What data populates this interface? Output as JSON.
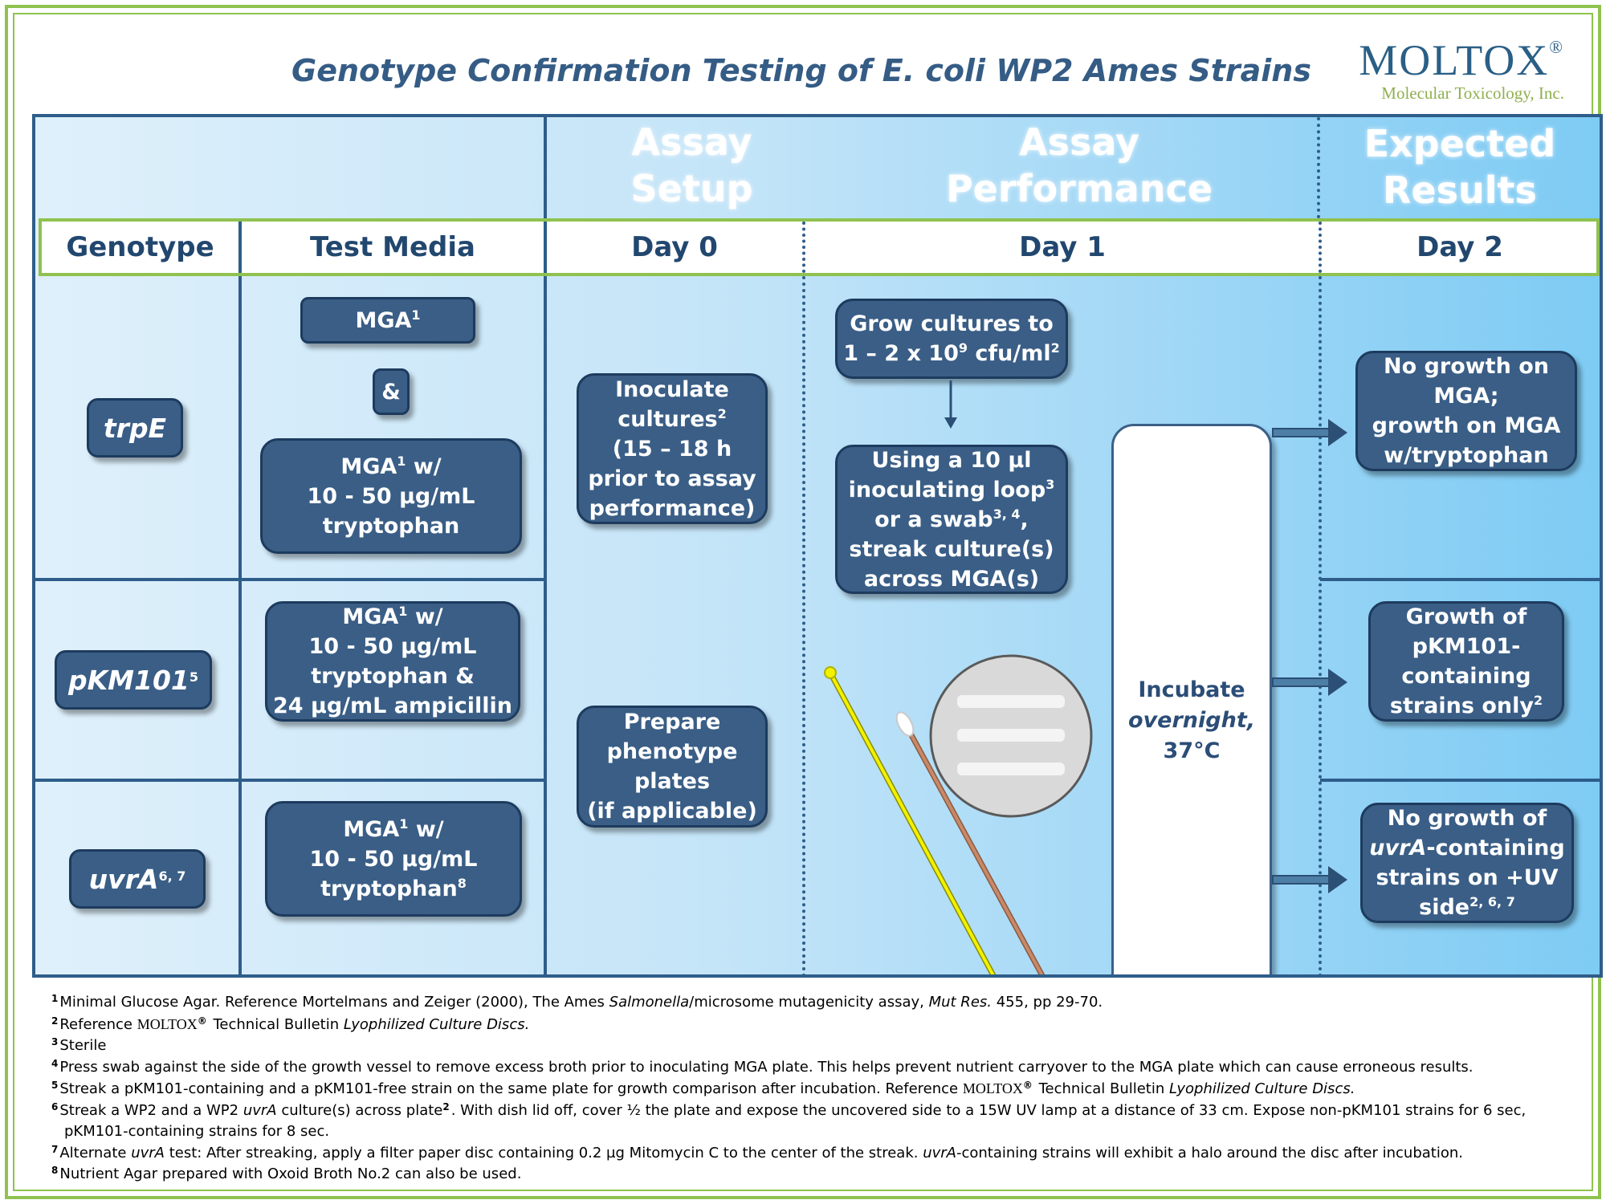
{
  "title": "Genotype Confirmation Testing of E. coli WP2 Ames Strains",
  "logo": {
    "brand": "MOLTOX",
    "reg": "®",
    "tagline": "Molecular Toxicology, Inc."
  },
  "headers": {
    "setup": [
      "Assay",
      "Setup"
    ],
    "performance": [
      "Assay",
      "Performance"
    ],
    "results": [
      "Expected",
      "Results"
    ]
  },
  "columns": {
    "genotype": "Genotype",
    "media": "Test Media",
    "day0": "Day 0",
    "day1": "Day 1",
    "day2": "Day 2"
  },
  "genotypes": {
    "trpE": "trpE",
    "pKM101": "pKM101",
    "pKM101_sup": "5",
    "uvrA": "uvrA",
    "uvrA_sup": "6, 7"
  },
  "media": {
    "mga": "MGA",
    "sup1": "1",
    "amp": "&",
    "w": " w/",
    "range": "10 - 50 µg/mL",
    "tryptophan": "tryptophan",
    "tryptophan_amp": "tryptophan &",
    "ampicillin": "24 µg/mL ampicillin",
    "sup8": "8"
  },
  "day0": {
    "inoculate": [
      "Inoculate",
      "cultures",
      "(15 – 18 h",
      "prior to assay",
      "performance)"
    ],
    "inoculate_sup": "2",
    "prepare": [
      "Prepare",
      "phenotype",
      "plates",
      "(if applicable)"
    ]
  },
  "day1": {
    "grow_line1": "Grow cultures to",
    "grow_line2a": "1 – 2 x 10",
    "grow_exp": "9",
    "grow_line2b": " cfu/ml",
    "grow_sup": "2",
    "streak": [
      "Using a 10 µl",
      "inoculating loop",
      "or a swab",
      ",",
      "streak culture(s)",
      "across MGA(s)"
    ],
    "streak_sup_loop": "3",
    "streak_sup_swab": "3, 4",
    "incubate": "Incubate",
    "overnight": "overnight,",
    "temp": "37°C"
  },
  "day2": {
    "trpE": [
      "No growth on",
      "MGA;",
      "growth on MGA",
      "w/tryptophan"
    ],
    "pKM101": [
      "Growth of",
      "pKM101-",
      "containing",
      "strains only"
    ],
    "pKM101_sup": "2",
    "uvrA_1": "No growth of",
    "uvrA_2a": "uvrA",
    "uvrA_2b": "-containing",
    "uvrA_3": "strains on +UV",
    "uvrA_4": "side",
    "uvrA_sup": "2, 6, 7"
  },
  "footnotes": {
    "f1": [
      "1",
      "Minimal Glucose Agar.  Reference Mortelmans and Zeiger (2000), The Ames ",
      "Salmonella",
      "/microsome mutagenicity assay, ",
      "Mut Res.",
      " 455, pp 29-70."
    ],
    "f2": [
      "2",
      "Reference ",
      "MOLTOX",
      "®",
      " Technical Bulletin ",
      "Lyophilized Culture Discs."
    ],
    "f3": [
      "3",
      "Sterile"
    ],
    "f4": [
      "4",
      "Press swab against the side of the growth vessel to remove excess broth prior to inoculating MGA plate.  This helps prevent nutrient carryover to the MGA plate which can cause erroneous results."
    ],
    "f5": [
      "5",
      "Streak a pKM101-containing and a pKM101-free strain on the same plate for growth comparison after incubation. Reference ",
      "MOLTOX",
      "®",
      " Technical Bulletin ",
      "Lyophilized Culture Discs."
    ],
    "f6": [
      "6",
      "Streak a WP2 and a WP2 ",
      "uvrA",
      " culture(s) across plate",
      "2",
      ".  With dish lid off, cover ½ the plate and expose the uncovered side to a 15W UV lamp at a distance of 33 cm.  Expose non-pKM101 strains for 6 sec,",
      "pKM101-containing strains for 8 sec."
    ],
    "f7": [
      "7",
      "Alternate ",
      "uvrA",
      " test: After streaking, apply a filter paper disc containing 0.2 µg Mitomycin C to the center of the streak.  ",
      "uvrA",
      "-containing strains will exhibit a halo around the disc after incubation."
    ],
    "f8": [
      "8",
      "Nutrient Agar prepared with Oxoid Broth No.2 can also be used."
    ]
  },
  "colors": {
    "box": "#3a5e86",
    "border": "#2e5d8a",
    "frame": "#8fc24f",
    "title": "#355c85",
    "loop": "#f2f200",
    "swab": "#c8896a"
  },
  "icons": [
    "petri-dish-icon",
    "inoculating-loop-icon",
    "swab-icon",
    "arrow-down-icon",
    "arrow-right-icon"
  ]
}
